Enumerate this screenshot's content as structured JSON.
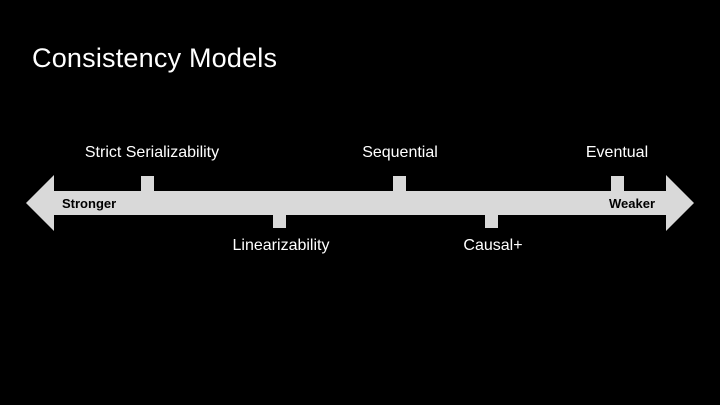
{
  "slide": {
    "title": "Consistency Models",
    "colors": {
      "background": "#000000",
      "text": "#ffffff",
      "axis": "#d9d9d9",
      "axis_text": "#000000"
    },
    "axis": {
      "left_label": "Stronger",
      "right_label": "Weaker"
    },
    "models_above": [
      {
        "label": "Strict Serializability"
      },
      {
        "label": "Sequential"
      },
      {
        "label": "Eventual"
      }
    ],
    "models_below": [
      {
        "label": "Linearizability"
      },
      {
        "label": "Causal+"
      }
    ]
  }
}
